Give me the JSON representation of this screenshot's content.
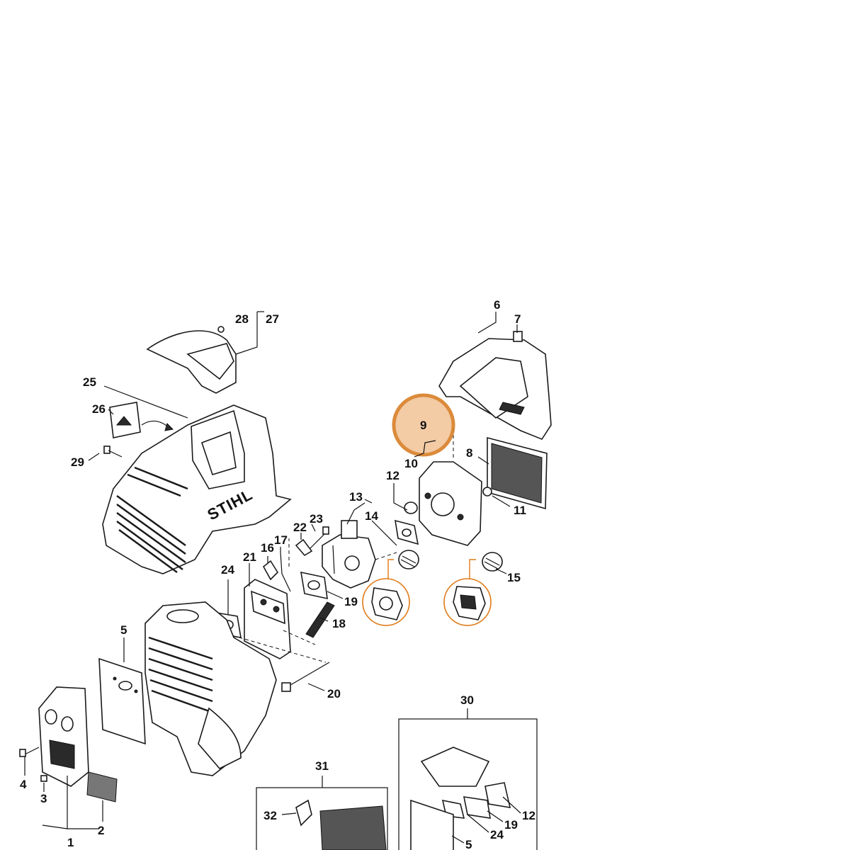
{
  "callouts": [
    {
      "id": "1",
      "text": "1"
    },
    {
      "id": "2",
      "text": "2"
    },
    {
      "id": "3",
      "text": "3"
    },
    {
      "id": "4",
      "text": "4"
    },
    {
      "id": "5",
      "text": "5"
    },
    {
      "id": "6",
      "text": "6"
    },
    {
      "id": "7",
      "text": "7"
    },
    {
      "id": "8",
      "text": "8"
    },
    {
      "id": "9",
      "text": "9"
    },
    {
      "id": "10",
      "text": "10"
    },
    {
      "id": "11",
      "text": "11"
    },
    {
      "id": "12",
      "text": "12"
    },
    {
      "id": "13",
      "text": "13"
    },
    {
      "id": "14",
      "text": "14"
    },
    {
      "id": "15",
      "text": "15"
    },
    {
      "id": "16",
      "text": "16"
    },
    {
      "id": "17",
      "text": "17"
    },
    {
      "id": "18",
      "text": "18"
    },
    {
      "id": "19",
      "text": "19"
    },
    {
      "id": "20",
      "text": "20"
    },
    {
      "id": "21",
      "text": "21"
    },
    {
      "id": "22",
      "text": "22"
    },
    {
      "id": "23",
      "text": "23"
    },
    {
      "id": "24",
      "text": "24"
    },
    {
      "id": "25",
      "text": "25"
    },
    {
      "id": "26",
      "text": "26"
    },
    {
      "id": "27",
      "text": "27"
    },
    {
      "id": "28",
      "text": "28"
    },
    {
      "id": "29",
      "text": "29"
    },
    {
      "id": "30",
      "text": "30"
    },
    {
      "id": "31",
      "text": "31"
    },
    {
      "id": "32",
      "text": "32"
    },
    {
      "id": "kit30-12",
      "text": "12"
    },
    {
      "id": "kit30-19",
      "text": "19"
    },
    {
      "id": "kit30-24",
      "text": "24"
    },
    {
      "id": "kit30-5",
      "text": "5"
    }
  ],
  "brand_text": "STIHL",
  "highlight": {
    "part": "9",
    "color": "#d9822b",
    "fill": "#f2c79e"
  },
  "colors": {
    "line": "#111111",
    "accent": "#e07b18"
  }
}
